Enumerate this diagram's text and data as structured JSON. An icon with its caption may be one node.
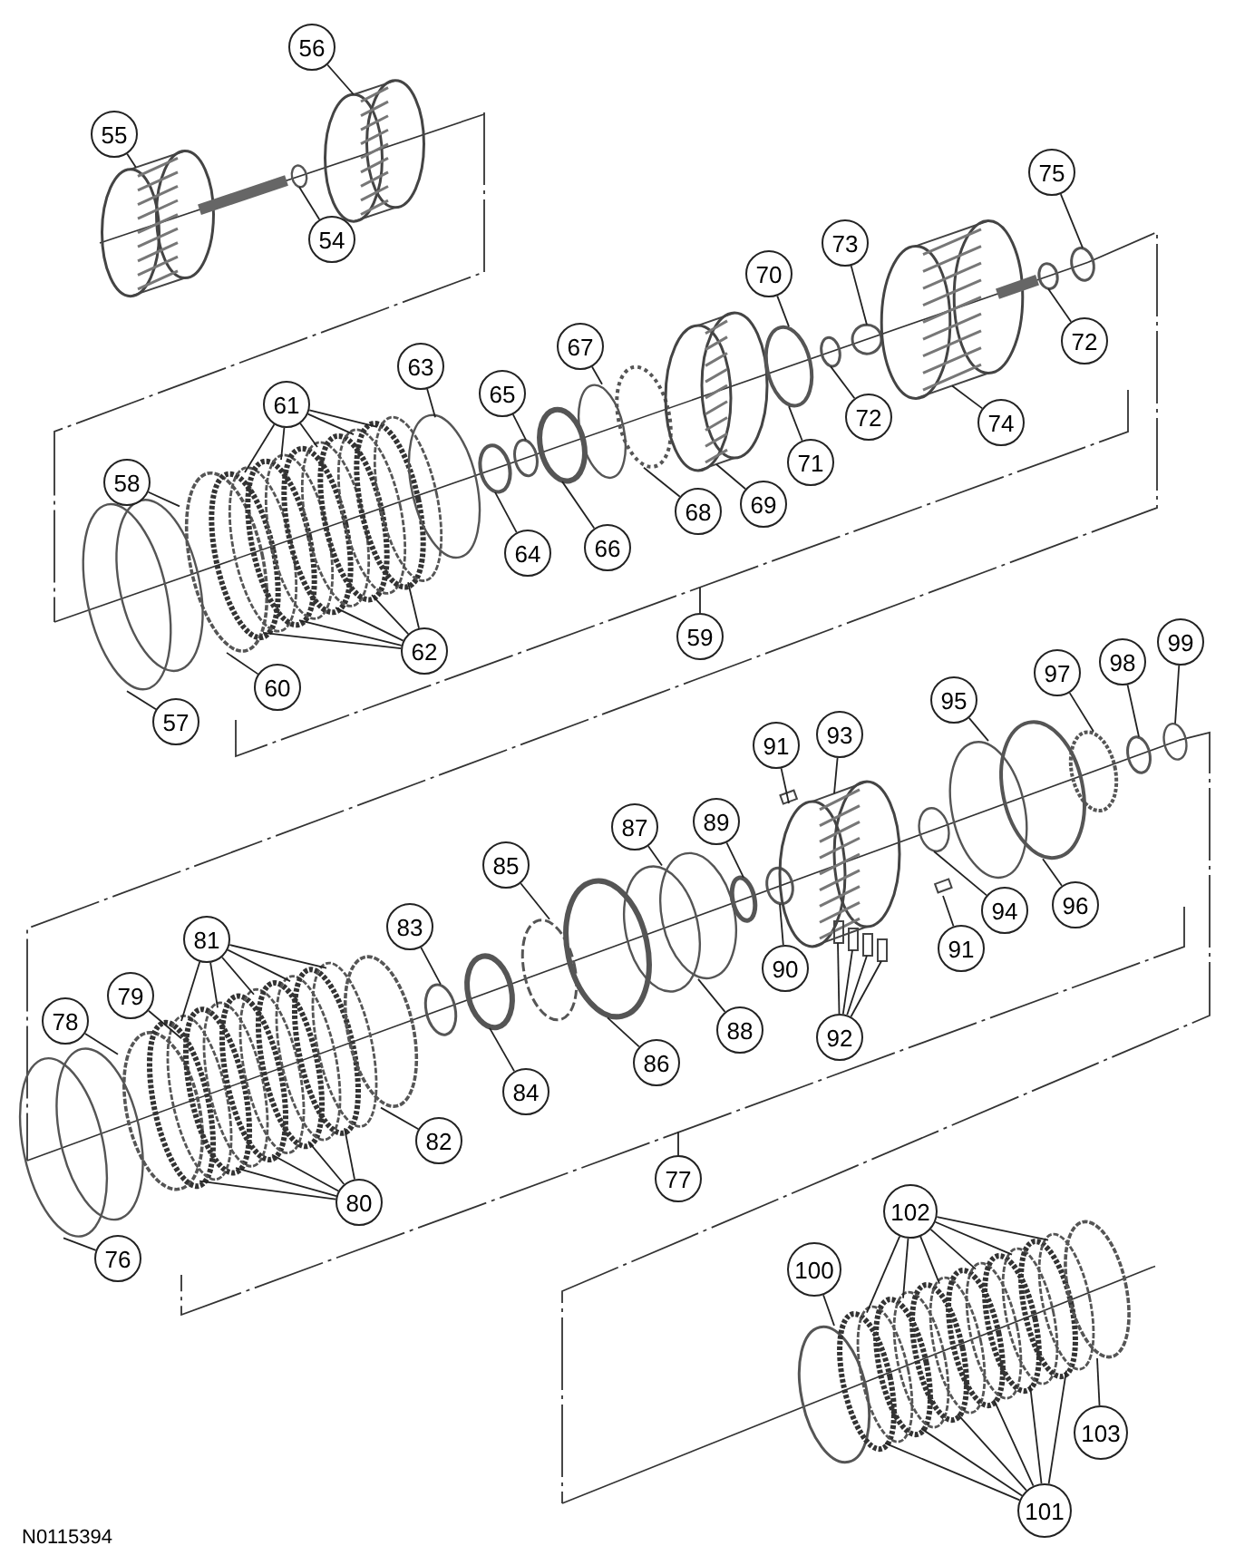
{
  "diagram": {
    "nodes": [
      {
        "text": [
          "56"
        ]
      },
      {
        "text": [
          "55"
        ]
      },
      {
        "text": [
          "54"
        ]
      },
      {
        "text": [
          "75"
        ]
      },
      {
        "text": [
          "73"
        ]
      },
      {
        "text": [
          "70"
        ]
      },
      {
        "text": [
          "72"
        ]
      },
      {
        "text": [
          "67"
        ]
      },
      {
        "text": [
          "63"
        ]
      },
      {
        "text": [
          "65"
        ]
      },
      {
        "text": [
          "61"
        ]
      },
      {
        "text": [
          "74"
        ]
      },
      {
        "text": [
          "72"
        ]
      },
      {
        "text": [
          "71"
        ]
      },
      {
        "text": [
          "58"
        ]
      },
      {
        "text": [
          "69"
        ]
      },
      {
        "text": [
          "68"
        ]
      },
      {
        "text": [
          "66"
        ]
      },
      {
        "text": [
          "64"
        ]
      },
      {
        "text": [
          "62"
        ]
      },
      {
        "text": [
          "59"
        ]
      },
      {
        "text": [
          "60"
        ]
      },
      {
        "text": [
          "57"
        ]
      },
      {
        "text": [
          "99"
        ]
      },
      {
        "text": [
          "98"
        ]
      },
      {
        "text": [
          "97"
        ]
      },
      {
        "text": [
          "95"
        ]
      },
      {
        "text": [
          "93"
        ]
      },
      {
        "text": [
          "91"
        ]
      },
      {
        "text": [
          "87"
        ]
      },
      {
        "text": [
          "89"
        ]
      },
      {
        "text": [
          "85"
        ]
      },
      {
        "text": [
          "83"
        ]
      },
      {
        "text": [
          "81"
        ]
      },
      {
        "text": [
          "96"
        ]
      },
      {
        "text": [
          "94"
        ]
      },
      {
        "text": [
          "91"
        ]
      },
      {
        "text": [
          "90"
        ]
      },
      {
        "text": [
          "79"
        ]
      },
      {
        "text": [
          "78"
        ]
      },
      {
        "text": [
          "88"
        ]
      },
      {
        "text": [
          "92"
        ]
      },
      {
        "text": [
          "86"
        ]
      },
      {
        "text": [
          "84"
        ]
      },
      {
        "text": [
          "82"
        ]
      },
      {
        "text": [
          "80"
        ]
      },
      {
        "text": [
          "77"
        ]
      },
      {
        "text": [
          "76"
        ]
      },
      {
        "text": [
          "102"
        ]
      },
      {
        "text": [
          "100"
        ]
      },
      {
        "text": [
          "103"
        ]
      },
      {
        "text": [
          "101"
        ]
      }
    ],
    "edges": [
      {
        "from": 0,
        "to": null,
        "arrow": "none"
      },
      {
        "from": 1,
        "to": null,
        "arrow": "none"
      },
      {
        "from": 2,
        "to": null,
        "arrow": "none"
      },
      {
        "from": 3,
        "to": null,
        "arrow": "none"
      },
      {
        "from": 4,
        "to": null,
        "arrow": "none"
      },
      {
        "from": 5,
        "to": null,
        "arrow": "none"
      },
      {
        "from": 6,
        "to": null,
        "arrow": "none"
      },
      {
        "from": 7,
        "to": null,
        "arrow": "none"
      },
      {
        "from": 8,
        "to": null,
        "arrow": "none"
      },
      {
        "from": 9,
        "to": null,
        "arrow": "none"
      },
      {
        "from": 10,
        "to": null,
        "arrow": "none"
      },
      {
        "from": 10,
        "to": null,
        "arrow": "none"
      },
      {
        "from": 10,
        "to": null,
        "arrow": "none"
      },
      {
        "from": 10,
        "to": null,
        "arrow": "none"
      },
      {
        "from": 10,
        "to": null,
        "arrow": "none"
      },
      {
        "from": 11,
        "to": null,
        "arrow": "none"
      },
      {
        "from": 12,
        "to": null,
        "arrow": "none"
      },
      {
        "from": 13,
        "to": null,
        "arrow": "none"
      },
      {
        "from": 14,
        "to": null,
        "arrow": "none"
      },
      {
        "from": 15,
        "to": null,
        "arrow": "none"
      },
      {
        "from": 16,
        "to": null,
        "arrow": "none"
      },
      {
        "from": 17,
        "to": null,
        "arrow": "none"
      },
      {
        "from": 18,
        "to": null,
        "arrow": "none"
      },
      {
        "from": 19,
        "to": null,
        "arrow": "none"
      },
      {
        "from": 19,
        "to": null,
        "arrow": "none"
      },
      {
        "from": 19,
        "to": null,
        "arrow": "none"
      },
      {
        "from": 19,
        "to": null,
        "arrow": "none"
      },
      {
        "from": 19,
        "to": null,
        "arrow": "none"
      },
      {
        "from": 20,
        "to": null,
        "arrow": "none"
      },
      {
        "from": 21,
        "to": null,
        "arrow": "none"
      },
      {
        "from": 22,
        "to": null,
        "arrow": "none"
      },
      {
        "from": 23,
        "to": null,
        "arrow": "none"
      },
      {
        "from": 24,
        "to": null,
        "arrow": "none"
      },
      {
        "from": 25,
        "to": null,
        "arrow": "none"
      },
      {
        "from": 26,
        "to": null,
        "arrow": "none"
      },
      {
        "from": 27,
        "to": null,
        "arrow": "none"
      },
      {
        "from": 28,
        "to": null,
        "arrow": "none"
      },
      {
        "from": 29,
        "to": null,
        "arrow": "none"
      },
      {
        "from": 30,
        "to": null,
        "arrow": "none"
      },
      {
        "from": 31,
        "to": null,
        "arrow": "none"
      },
      {
        "from": 32,
        "to": null,
        "arrow": "none"
      },
      {
        "from": 33,
        "to": null,
        "arrow": "none"
      },
      {
        "from": 33,
        "to": null,
        "arrow": "none"
      },
      {
        "from": 33,
        "to": null,
        "arrow": "none"
      },
      {
        "from": 33,
        "to": null,
        "arrow": "none"
      },
      {
        "from": 33,
        "to": null,
        "arrow": "none"
      },
      {
        "from": 34,
        "to": null,
        "arrow": "none"
      },
      {
        "from": 35,
        "to": null,
        "arrow": "none"
      },
      {
        "from": 36,
        "to": null,
        "arrow": "none"
      },
      {
        "from": 37,
        "to": null,
        "arrow": "none"
      },
      {
        "from": 38,
        "to": null,
        "arrow": "none"
      },
      {
        "from": 39,
        "to": null,
        "arrow": "none"
      },
      {
        "from": 40,
        "to": null,
        "arrow": "none"
      },
      {
        "from": 41,
        "to": null,
        "arrow": "none"
      },
      {
        "from": 41,
        "to": null,
        "arrow": "none"
      },
      {
        "from": 41,
        "to": null,
        "arrow": "none"
      },
      {
        "from": 41,
        "to": null,
        "arrow": "none"
      },
      {
        "from": 42,
        "to": null,
        "arrow": "none"
      },
      {
        "from": 43,
        "to": null,
        "arrow": "none"
      },
      {
        "from": 44,
        "to": null,
        "arrow": "none"
      },
      {
        "from": 45,
        "to": null,
        "arrow": "none"
      },
      {
        "from": 45,
        "to": null,
        "arrow": "none"
      },
      {
        "from": 45,
        "to": null,
        "arrow": "none"
      },
      {
        "from": 45,
        "to": null,
        "arrow": "none"
      },
      {
        "from": 45,
        "to": null,
        "arrow": "none"
      },
      {
        "from": 46,
        "to": null,
        "arrow": "none"
      },
      {
        "from": 47,
        "to": null,
        "arrow": "none"
      },
      {
        "from": 48,
        "to": null,
        "arrow": "none"
      },
      {
        "from": 48,
        "to": null,
        "arrow": "none"
      },
      {
        "from": 48,
        "to": null,
        "arrow": "none"
      },
      {
        "from": 48,
        "to": null,
        "arrow": "none"
      },
      {
        "from": 48,
        "to": null,
        "arrow": "none"
      },
      {
        "from": 48,
        "to": null,
        "arrow": "none"
      },
      {
        "from": 49,
        "to": null,
        "arrow": "none"
      },
      {
        "from": 50,
        "to": null,
        "arrow": "none"
      },
      {
        "from": 51,
        "to": null,
        "arrow": "none"
      },
      {
        "from": 51,
        "to": null,
        "arrow": "none"
      },
      {
        "from": 51,
        "to": null,
        "arrow": "none"
      },
      {
        "from": 51,
        "to": null,
        "arrow": "none"
      },
      {
        "from": 51,
        "to": null,
        "arrow": "none"
      },
      {
        "from": 51,
        "to": null,
        "arrow": "none"
      }
    ],
    "labels": [
      "N0115394"
    ]
  }
}
